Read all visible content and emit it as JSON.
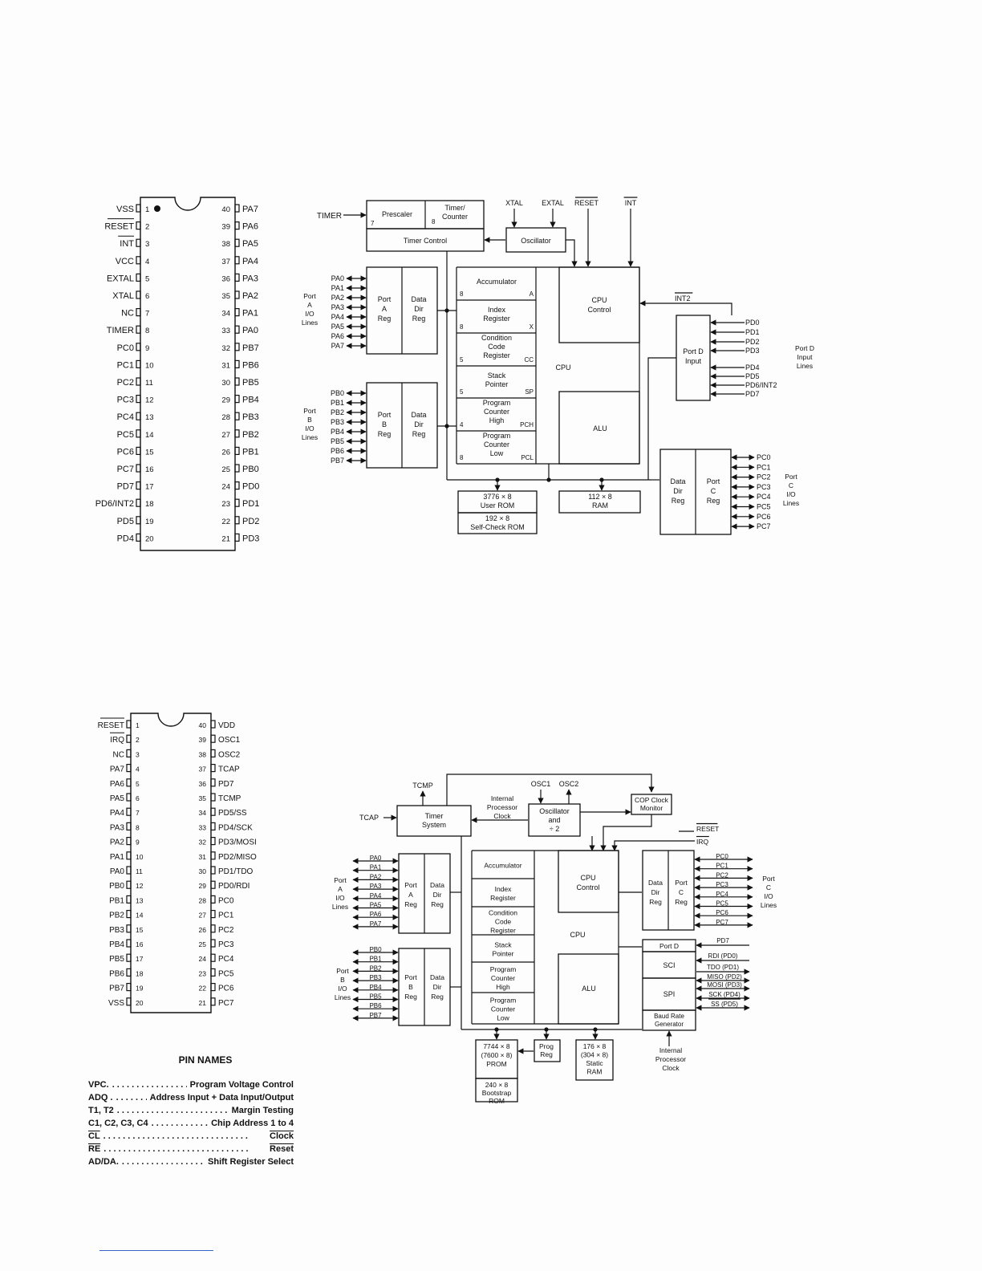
{
  "chip1": {
    "left_pins": [
      {
        "num": "1",
        "name": "VSS"
      },
      {
        "num": "2",
        "name": "RESET",
        "over": true
      },
      {
        "num": "3",
        "name": "INT",
        "over": true
      },
      {
        "num": "4",
        "name": "VCC"
      },
      {
        "num": "5",
        "name": "EXTAL"
      },
      {
        "num": "6",
        "name": "XTAL"
      },
      {
        "num": "7",
        "name": "NC"
      },
      {
        "num": "8",
        "name": "TIMER"
      },
      {
        "num": "9",
        "name": "PC0"
      },
      {
        "num": "10",
        "name": "PC1"
      },
      {
        "num": "11",
        "name": "PC2"
      },
      {
        "num": "12",
        "name": "PC3"
      },
      {
        "num": "13",
        "name": "PC4"
      },
      {
        "num": "14",
        "name": "PC5"
      },
      {
        "num": "15",
        "name": "PC6"
      },
      {
        "num": "16",
        "name": "PC7"
      },
      {
        "num": "17",
        "name": "PD7"
      },
      {
        "num": "18",
        "name": "PD6/INT2"
      },
      {
        "num": "19",
        "name": "PD5"
      },
      {
        "num": "20",
        "name": "PD4"
      }
    ],
    "right_pins": [
      {
        "num": "40",
        "name": "PA7"
      },
      {
        "num": "39",
        "name": "PA6"
      },
      {
        "num": "38",
        "name": "PA5"
      },
      {
        "num": "37",
        "name": "PA4"
      },
      {
        "num": "36",
        "name": "PA3"
      },
      {
        "num": "35",
        "name": "PA2"
      },
      {
        "num": "34",
        "name": "PA1"
      },
      {
        "num": "33",
        "name": "PA0"
      },
      {
        "num": "32",
        "name": "PB7"
      },
      {
        "num": "31",
        "name": "PB6"
      },
      {
        "num": "30",
        "name": "PB5"
      },
      {
        "num": "29",
        "name": "PB4"
      },
      {
        "num": "28",
        "name": "PB3"
      },
      {
        "num": "27",
        "name": "PB2"
      },
      {
        "num": "26",
        "name": "PB1"
      },
      {
        "num": "25",
        "name": "PB0"
      },
      {
        "num": "24",
        "name": "PD0"
      },
      {
        "num": "23",
        "name": "PD1"
      },
      {
        "num": "22",
        "name": "PD2"
      },
      {
        "num": "21",
        "name": "PD3"
      }
    ]
  },
  "block1": {
    "prescaler": "Prescaler",
    "prescaler_bits": "7",
    "timer_counter": [
      "Timer/",
      "Counter"
    ],
    "timer_counter_bits": "8",
    "timer_control": "Timer Control",
    "timer_in": "TIMER",
    "xtal": "XTAL",
    "extal": "EXTAL",
    "reset": "RESET",
    "int": "INT",
    "oscillator": "Oscillator",
    "port_a_lines": [
      "PA0",
      "PA1",
      "PA2",
      "PA3",
      "PA4",
      "PA5",
      "PA6",
      "PA7"
    ],
    "port_a_side": [
      "Port",
      "A",
      "I/O",
      "Lines"
    ],
    "port_a_reg": [
      "Port",
      "A",
      "Reg"
    ],
    "data_dir_reg": [
      "Data",
      "Dir",
      "Reg"
    ],
    "port_b_lines": [
      "PB0",
      "PB1",
      "PB2",
      "PB3",
      "PB4",
      "PB5",
      "PB6",
      "PB7"
    ],
    "port_b_side": [
      "Port",
      "B",
      "I/O",
      "Lines"
    ],
    "port_b_reg": [
      "Port",
      "B",
      "Reg"
    ],
    "registers": [
      {
        "label": [
          "Accumulator"
        ],
        "bits": "8",
        "tag": "A"
      },
      {
        "label": [
          "Index",
          "Register"
        ],
        "bits": "8",
        "tag": "X"
      },
      {
        "label": [
          "Condition",
          "Code",
          "Register"
        ],
        "bits": "5",
        "tag": "CC"
      },
      {
        "label": [
          "Stack",
          "Pointer"
        ],
        "bits": "5",
        "tag": "SP"
      },
      {
        "label": [
          "Program",
          "Counter",
          "High"
        ],
        "bits": "4",
        "tag": "PCH"
      },
      {
        "label": [
          "Program",
          "Counter",
          "Low"
        ],
        "bits": "8",
        "tag": "PCL"
      }
    ],
    "cpu": "CPU",
    "cpu_control": [
      "CPU",
      "Control"
    ],
    "alu": "ALU",
    "int2": "INT2",
    "port_d_input": [
      "Port D",
      "Input"
    ],
    "port_d_lines": [
      "PD0",
      "PD1",
      "PD2",
      "PD3",
      "PD4",
      "PD5",
      "PD6/INT2",
      "PD7"
    ],
    "port_d_side": [
      "Port D",
      "Input",
      "Lines"
    ],
    "port_c_lines": [
      "PC0",
      "PC1",
      "PC2",
      "PC3",
      "PC4",
      "PC5",
      "PC6",
      "PC7"
    ],
    "port_c_side": [
      "Port",
      "C",
      "I/O",
      "Lines"
    ],
    "port_c_reg": [
      "Port",
      "C",
      "Reg"
    ],
    "user_rom": [
      "3776 × 8",
      "User ROM"
    ],
    "self_check_rom": [
      "192 × 8",
      "Self-Check ROM"
    ],
    "ram": [
      "112 × 8",
      "RAM"
    ]
  },
  "chip2": {
    "left_pins": [
      {
        "num": "1",
        "name": "RESET",
        "over": true
      },
      {
        "num": "2",
        "name": "IRQ",
        "over": true
      },
      {
        "num": "3",
        "name": "NC"
      },
      {
        "num": "4",
        "name": "PA7"
      },
      {
        "num": "5",
        "name": "PA6"
      },
      {
        "num": "6",
        "name": "PA5"
      },
      {
        "num": "7",
        "name": "PA4"
      },
      {
        "num": "8",
        "name": "PA3"
      },
      {
        "num": "9",
        "name": "PA2"
      },
      {
        "num": "10",
        "name": "PA1"
      },
      {
        "num": "11",
        "name": "PA0"
      },
      {
        "num": "12",
        "name": "PB0"
      },
      {
        "num": "13",
        "name": "PB1"
      },
      {
        "num": "14",
        "name": "PB2"
      },
      {
        "num": "15",
        "name": "PB3"
      },
      {
        "num": "16",
        "name": "PB4"
      },
      {
        "num": "17",
        "name": "PB5"
      },
      {
        "num": "18",
        "name": "PB6"
      },
      {
        "num": "19",
        "name": "PB7"
      },
      {
        "num": "20",
        "name": "VSS"
      }
    ],
    "right_pins": [
      {
        "num": "40",
        "name": "VDD"
      },
      {
        "num": "39",
        "name": "OSC1"
      },
      {
        "num": "38",
        "name": "OSC2"
      },
      {
        "num": "37",
        "name": "TCAP"
      },
      {
        "num": "36",
        "name": "PD7"
      },
      {
        "num": "35",
        "name": "TCMP"
      },
      {
        "num": "34",
        "name": "PD5/SS"
      },
      {
        "num": "33",
        "name": "PD4/SCK"
      },
      {
        "num": "32",
        "name": "PD3/MOSI"
      },
      {
        "num": "31",
        "name": "PD2/MISO"
      },
      {
        "num": "30",
        "name": "PD1/TDO"
      },
      {
        "num": "29",
        "name": "PD0/RDI"
      },
      {
        "num": "28",
        "name": "PC0"
      },
      {
        "num": "27",
        "name": "PC1"
      },
      {
        "num": "26",
        "name": "PC2"
      },
      {
        "num": "25",
        "name": "PC3"
      },
      {
        "num": "24",
        "name": "PC4"
      },
      {
        "num": "23",
        "name": "PC5"
      },
      {
        "num": "22",
        "name": "PC6"
      },
      {
        "num": "21",
        "name": "PC7"
      }
    ]
  },
  "pin_names": {
    "title": "PIN NAMES",
    "rows": [
      {
        "key": "VPC.",
        "value": "Program Voltage Control"
      },
      {
        "key": "ADQ .",
        "value": "Address Input + Data Input/Output"
      },
      {
        "key": "T1, T2",
        "value": "Margin Testing"
      },
      {
        "key": "C1, C2, C3, C4",
        "value": "Chip Address 1 to 4"
      },
      {
        "key": "CL",
        "value": "Clock"
      },
      {
        "key": "RE",
        "value": "Reset"
      },
      {
        "key": "AD/DA.",
        "value": "Shift Register Select"
      }
    ]
  },
  "block2": {
    "tcmp": "TCMP",
    "tcap": "TCAP",
    "timer_system": [
      "Timer",
      "System"
    ],
    "internal_clock": [
      "Internal",
      "Processor",
      "Clock"
    ],
    "osc1": "OSC1",
    "osc2": "OSC2",
    "oscillator": [
      "Oscillator",
      "and",
      "÷ 2"
    ],
    "cop": [
      "COP Clock",
      "Monitor"
    ],
    "reset": "RESET",
    "irq": "IRQ",
    "port_a_lines": [
      "PA0",
      "PA1",
      "PA2",
      "PA3",
      "PA4",
      "PA5",
      "PA6",
      "PA7"
    ],
    "port_a_side": [
      "Port",
      "A",
      "I/O",
      "Lines"
    ],
    "port_a_reg": [
      "Port",
      "A",
      "Reg"
    ],
    "data_dir_reg": [
      "Data",
      "Dir",
      "Reg"
    ],
    "port_b_lines": [
      "PB0",
      "PB1",
      "PB2",
      "PB3",
      "PB4",
      "PB5",
      "PB6",
      "PB7"
    ],
    "port_b_side": [
      "Port",
      "B",
      "I/O",
      "Lines"
    ],
    "port_b_reg": [
      "Port",
      "B",
      "Reg"
    ],
    "registers": [
      [
        "Accumulator"
      ],
      [
        "Index",
        "Register"
      ],
      [
        "Condition",
        "Code",
        "Register"
      ],
      [
        "Stack",
        "Pointer"
      ],
      [
        "Program",
        "Counter",
        "High"
      ],
      [
        "Program",
        "Counter",
        "Low"
      ]
    ],
    "cpu": "CPU",
    "cpu_control": [
      "CPU",
      "Control"
    ],
    "alu": "ALU",
    "port_c_lines": [
      "PC0",
      "PC1",
      "PC2",
      "PC3",
      "PC4",
      "PC5",
      "PC6",
      "PC7"
    ],
    "port_c_side": [
      "Port",
      "C",
      "I/O",
      "Lines"
    ],
    "port_c_reg": [
      "Port",
      "C",
      "Reg"
    ],
    "port_d": "Port D",
    "pd7": "PD7",
    "sci": "SCI",
    "sci_lines": [
      "RDI (PD0)",
      "TDO (PD1)"
    ],
    "spi": "SPI",
    "spi_lines": [
      "MISO (PD2)",
      "MOSI (PD3)",
      "SCK (PD4)",
      "SS (PD5)"
    ],
    "baud": [
      "Baud Rate",
      "Generator"
    ],
    "internal_clock2": [
      "Internal",
      "Processor",
      "Clock"
    ],
    "prom": [
      "7744 × 8",
      "(7600 × 8)",
      "PROM"
    ],
    "bootstrap": [
      "240 × 8",
      "Bootstrap",
      "ROM"
    ],
    "prog_reg": [
      "Prog",
      "Reg"
    ],
    "static_ram": [
      "176 × 8",
      "(304 × 8)",
      "Static",
      "RAM"
    ]
  }
}
